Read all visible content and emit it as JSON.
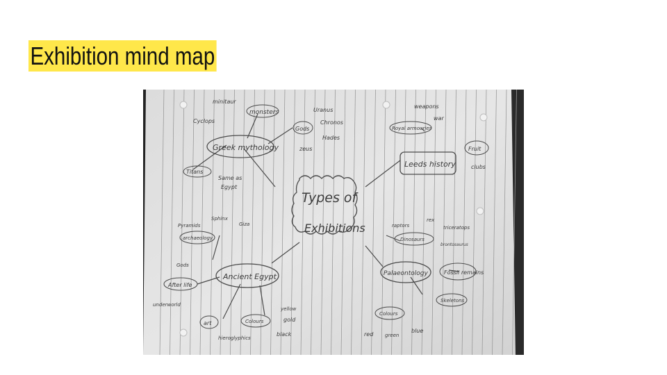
{
  "slide": {
    "title": "Exhibition mind map",
    "highlight_color": "#ffe74a"
  },
  "photo": {
    "kind": "photograph",
    "subject": "hand-drawn pencil mind map on lined notebook paper",
    "center_node": [
      "Types of",
      "Exhibitions"
    ],
    "branches": {
      "greek": {
        "node": "Greek mythology",
        "sub": [
          {
            "node": "monsters",
            "leaves": [
              "minitaur",
              "Cyclops"
            ]
          },
          {
            "node": "Gods",
            "leaves": [
              "Uranus",
              "Chronos",
              "Hades",
              "zeus"
            ]
          },
          {
            "node": "Titans",
            "leaves": [
              "Same as",
              "Egypt"
            ]
          }
        ]
      },
      "leeds": {
        "node": "Leeds history",
        "sub": [
          {
            "node": "Royal armouries",
            "leaves": [
              "weapons",
              "war"
            ]
          },
          {
            "node": "Fruit",
            "leaves": [
              "clubs"
            ]
          }
        ]
      },
      "egypt": {
        "node": "Ancient Egypt",
        "sub": [
          {
            "node": "archaeology",
            "leaves": [
              "Pyramids",
              "Sphinx",
              "Giza"
            ]
          },
          {
            "node": "After life",
            "leaves": [
              "Gods",
              "underworld"
            ]
          },
          {
            "node": "art",
            "leaves": [
              "hieroglyphics"
            ]
          },
          {
            "node": "Colours",
            "leaves": [
              "yellow",
              "gold",
              "black"
            ]
          }
        ]
      },
      "palaeo": {
        "node": "Palaeontology",
        "sub": [
          {
            "node": "Dinosaurs",
            "leaves": [
              "raptors",
              "rex",
              "triceratops",
              "brontosaurus"
            ]
          },
          {
            "node": "Fossil remains",
            "leaves": []
          },
          {
            "node": "Skeletons",
            "leaves": []
          },
          {
            "node": "Colours",
            "leaves": [
              "red",
              "green",
              "blue"
            ]
          }
        ]
      }
    }
  }
}
